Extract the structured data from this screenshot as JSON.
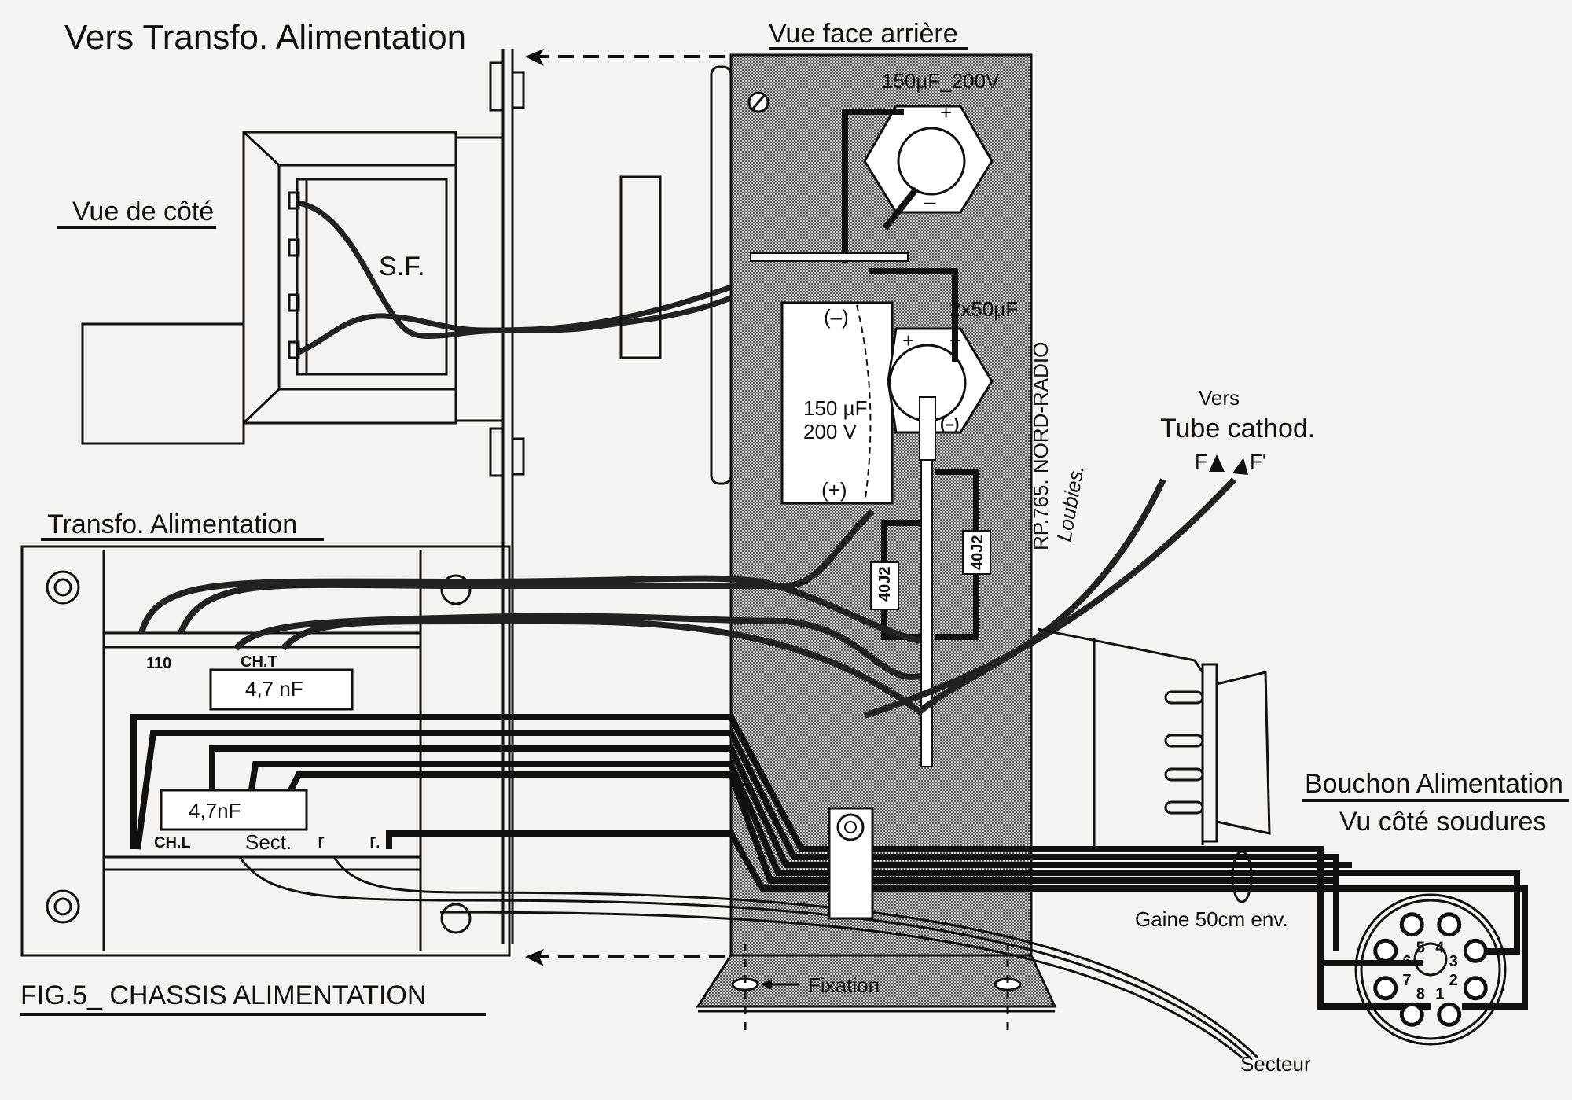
{
  "figure": {
    "caption": "FIG.5_ CHASSIS ALIMENTATION",
    "credit": "RP.765. NORD-RADIO",
    "signature": "Loubies."
  },
  "headings": {
    "vers_transfo": "Vers Transfo. Alimentation",
    "vue_face_arriere": "Vue face arrière",
    "vue_de_cote": "Vue de côté",
    "transfo_alimentation": "Transfo. Alimentation",
    "bouchon_title": "Bouchon Alimentation",
    "bouchon_subtitle": "Vu côté soudures"
  },
  "labels": {
    "sf": "S.F.",
    "cap_top": "150µF_200V",
    "cap_2x50": "2x50µF",
    "cap_block_value": "150 µF",
    "cap_block_voltage": "200 V",
    "cap_block_minus": "(–)",
    "cap_block_plus": "(+)",
    "cap_2x50_minus": "(–)",
    "plus_sign": "+",
    "minus_sign": "–",
    "rectifier_1": "40J2",
    "rectifier_2": "40J2",
    "vers_tube": "Vers",
    "tube_cathod": "Tube cathod.",
    "f": "F",
    "f_prime": "F'",
    "cap_4_7_upper": "4,7 nF",
    "cap_4_7_lower": "4,7nF",
    "term_110": "110",
    "term_cht": "CH.T",
    "term_chl": "CH.L",
    "term_sect": "Sect.",
    "term_r1": "r",
    "term_r2": "r.",
    "gaine": "Gaine 50cm env.",
    "secteur": "Secteur",
    "fixation": "Fixation"
  },
  "plug_pins": [
    "1",
    "2",
    "3",
    "4",
    "5",
    "6",
    "7",
    "8"
  ],
  "colors": {
    "paper": "#f4f3ef",
    "ink": "#111111",
    "chassis_fill": "#9a9a9a"
  }
}
